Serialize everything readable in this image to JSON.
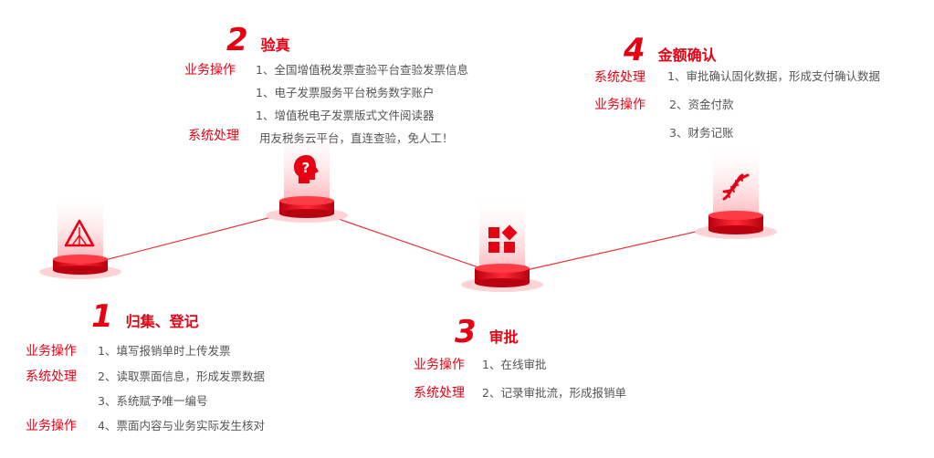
{
  "colors": {
    "accent": "#e60012",
    "text": "#555555",
    "line": "#e8333c"
  },
  "steps": [
    {
      "num": "1",
      "name": "归集、登记",
      "icon": "warning-triangle-icon",
      "roles": [
        "业务操作",
        "系统处理",
        "业务操作"
      ],
      "items": [
        "1、填写报销单时上传发票",
        "2、读取票面信息，形成发票数据",
        "3、系统赋予唯一编号",
        "4、票面内容与业务实际发生核对"
      ]
    },
    {
      "num": "2",
      "name": "验真",
      "icon": "question-head-icon",
      "roles": [
        "业务操作",
        "系统处理"
      ],
      "items": [
        "1、全国增值税发票查验平台查验发票信息",
        "1、电子发票服务平台税务数字账户",
        "1、增值税电子发票版式文件阅读器",
        "用友税务云平台，直连查验，免人工！"
      ]
    },
    {
      "num": "3",
      "name": "审批",
      "icon": "apps-grid-icon",
      "roles": [
        "业务操作",
        "系统处理"
      ],
      "items": [
        "1、在线审批",
        "2、记录审批流，形成报销单"
      ]
    },
    {
      "num": "4",
      "name": "金额确认",
      "icon": "dna-icon",
      "roles": [
        "系统处理",
        "业务操作"
      ],
      "items": [
        "1、审批确认固化数据，形成支付确认数据",
        "2、资金付款",
        "3、财务记账"
      ]
    }
  ]
}
